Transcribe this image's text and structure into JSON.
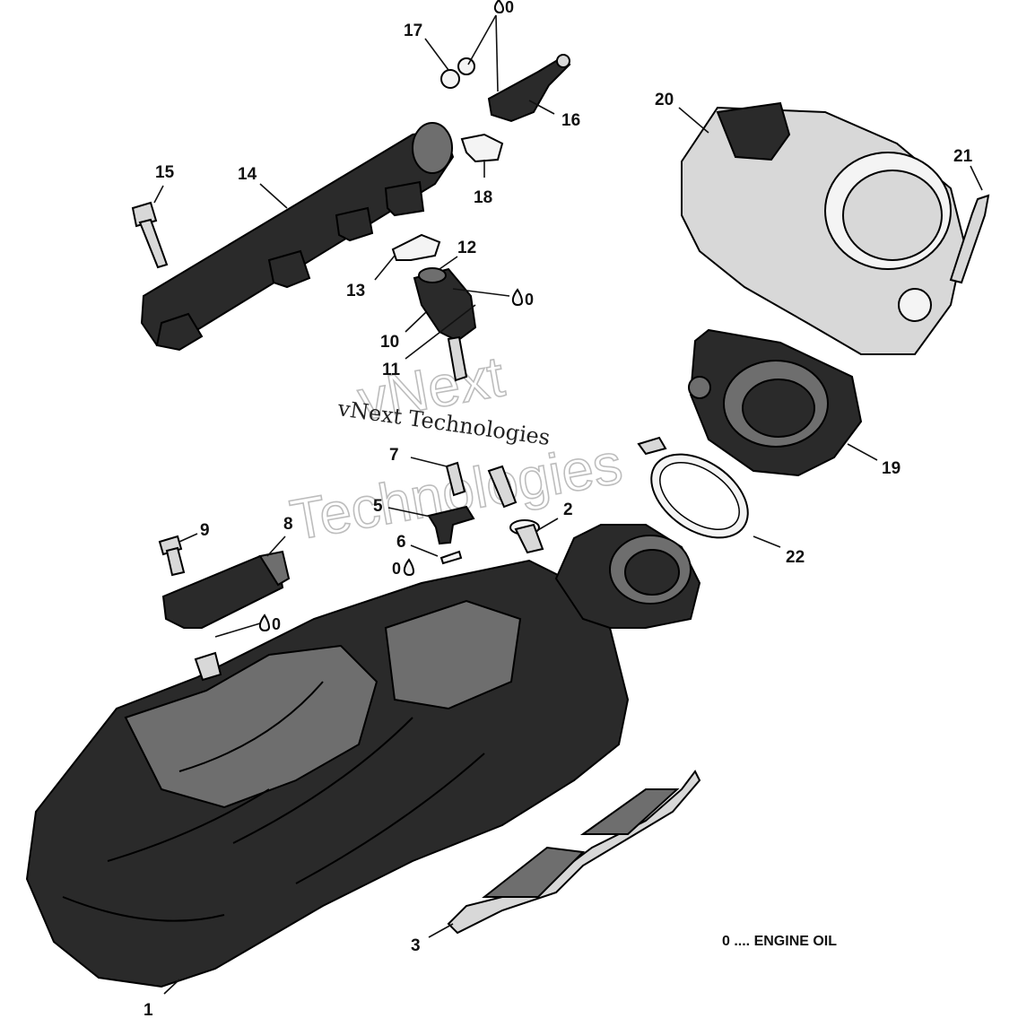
{
  "callouts": [
    "1",
    "2",
    "3",
    "5",
    "6",
    "7",
    "8",
    "9",
    "10",
    "11",
    "12",
    "13",
    "14",
    "15",
    "16",
    "17",
    "18",
    "19",
    "20",
    "21",
    "22"
  ],
  "oil_marker": "0",
  "legend": {
    "text": "0 .... ENGINE OIL"
  },
  "watermark": {
    "big_line1": "vNext",
    "big_line2": "Technologies",
    "small": "vNext Technologies"
  },
  "colors": {
    "ink": "#111111",
    "watermark": "#bdbdbd"
  }
}
